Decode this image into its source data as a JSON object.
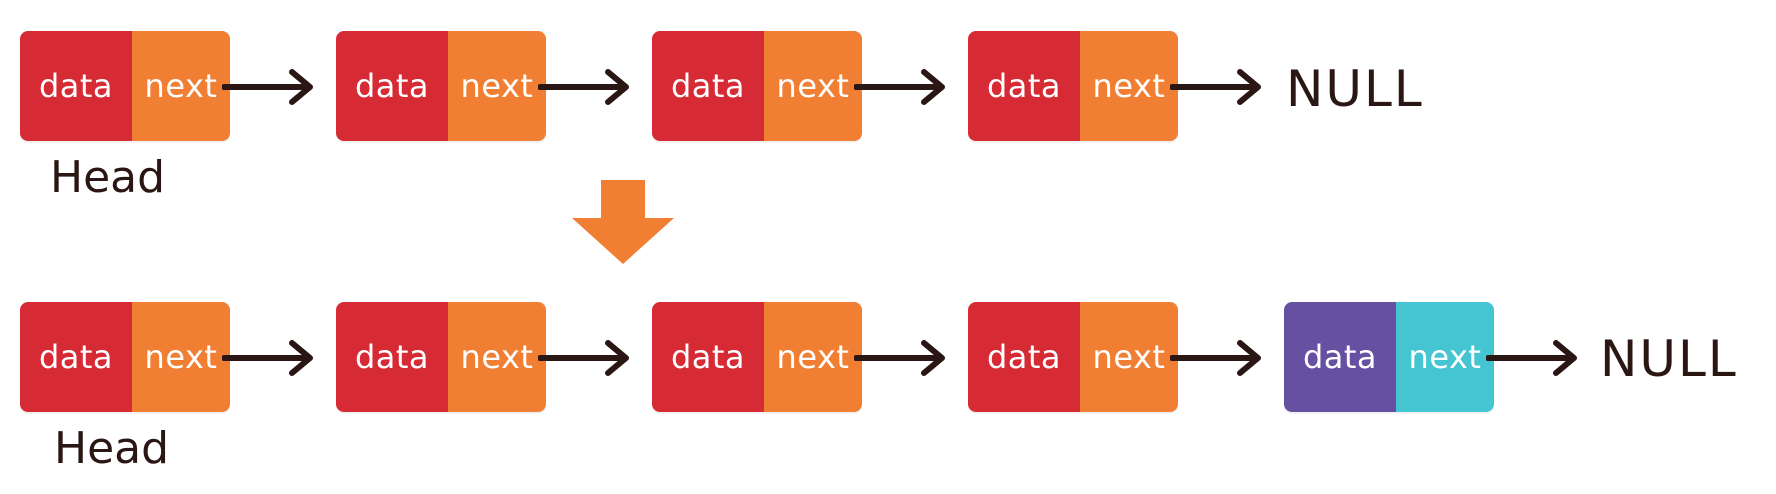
{
  "colors": {
    "data_cell": "#d62b35",
    "next_cell": "#f07f33",
    "new_data_cell": "#6550a1",
    "new_next_cell": "#45c4d2",
    "ink": "#2a1613",
    "transition_arrow": "#f07f33"
  },
  "top_list": {
    "head_label": "Head",
    "null_label": "NULL",
    "nodes": [
      {
        "data": "data",
        "next": "next"
      },
      {
        "data": "data",
        "next": "next"
      },
      {
        "data": "data",
        "next": "next"
      },
      {
        "data": "data",
        "next": "next"
      }
    ]
  },
  "bottom_list": {
    "head_label": "Head",
    "null_label": "NULL",
    "nodes": [
      {
        "data": "data",
        "next": "next"
      },
      {
        "data": "data",
        "next": "next"
      },
      {
        "data": "data",
        "next": "next"
      },
      {
        "data": "data",
        "next": "next"
      },
      {
        "data": "data",
        "next": "next",
        "appended": true
      }
    ]
  },
  "transition": {
    "icon": "down-arrow-icon"
  }
}
